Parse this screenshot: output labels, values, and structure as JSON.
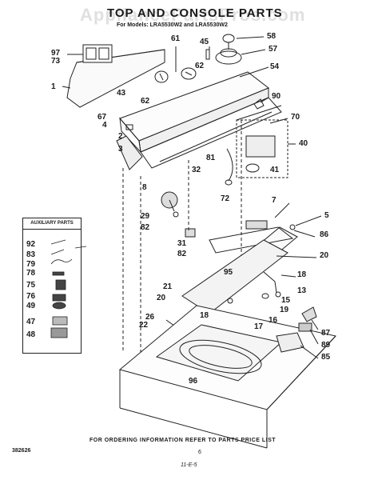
{
  "title": "TOP AND CONSOLE PARTS",
  "subtitle": "For Models: LRA5530W2 and LRA5530W2",
  "watermark": "AppliancePartsPros.com",
  "aux_box_title": "AUXILIARY PARTS",
  "footer": "FOR ORDERING INFORMATION REFER TO PARTS PRICE LIST",
  "part_number": "382626",
  "page_number": "6",
  "code": "11-E-5",
  "callouts": [
    "97",
    "73",
    "1",
    "61",
    "45",
    "58",
    "57",
    "62",
    "43",
    "62",
    "54",
    "90",
    "67",
    "4",
    "2",
    "3",
    "70",
    "40",
    "81",
    "32",
    "41",
    "72",
    "8",
    "29",
    "82",
    "31",
    "82",
    "7",
    "5",
    "86",
    "20",
    "95",
    "18",
    "21",
    "20",
    "13",
    "15",
    "19",
    "16",
    "17",
    "26",
    "18",
    "22",
    "87",
    "89",
    "85",
    "96"
  ],
  "aux_callouts": [
    "92",
    "83",
    "79",
    "78",
    "75",
    "76",
    "49",
    "47",
    "48"
  ]
}
